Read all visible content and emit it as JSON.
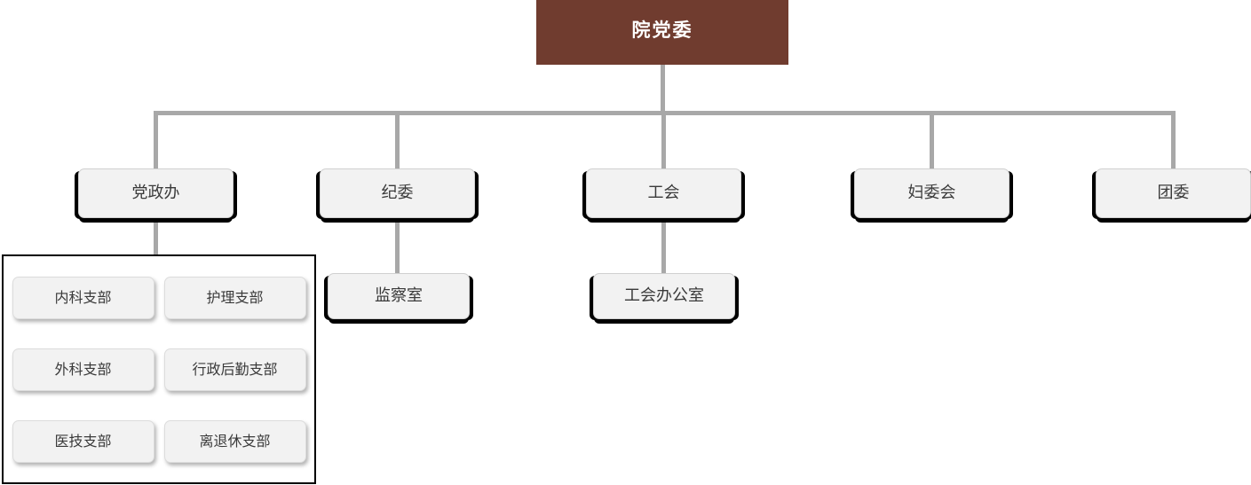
{
  "chart_title": "",
  "colors": {
    "root_fill": "#703c2f",
    "root_text": "#ffffff",
    "node_fill": "#f2f2f2",
    "node_text": "#3a3a3a",
    "node_border": "#d0d0d0",
    "connector": "#a8a8a8",
    "container_border": "#000000",
    "page_background": "#ffffff"
  },
  "root": {
    "label": "院党委"
  },
  "level2": [
    {
      "label": "党政办"
    },
    {
      "label": "纪委"
    },
    {
      "label": "工会"
    },
    {
      "label": "妇委会"
    },
    {
      "label": "团委"
    }
  ],
  "level3": [
    {
      "label": "监察室",
      "parent": "纪委"
    },
    {
      "label": "工会办公室",
      "parent": "工会"
    }
  ],
  "branch_group": {
    "parent": "党政办",
    "items": [
      {
        "label": "内科支部"
      },
      {
        "label": "护理支部"
      },
      {
        "label": "外科支部"
      },
      {
        "label": "行政后勤支部"
      },
      {
        "label": "医技支部"
      },
      {
        "label": "离退休支部"
      }
    ]
  }
}
